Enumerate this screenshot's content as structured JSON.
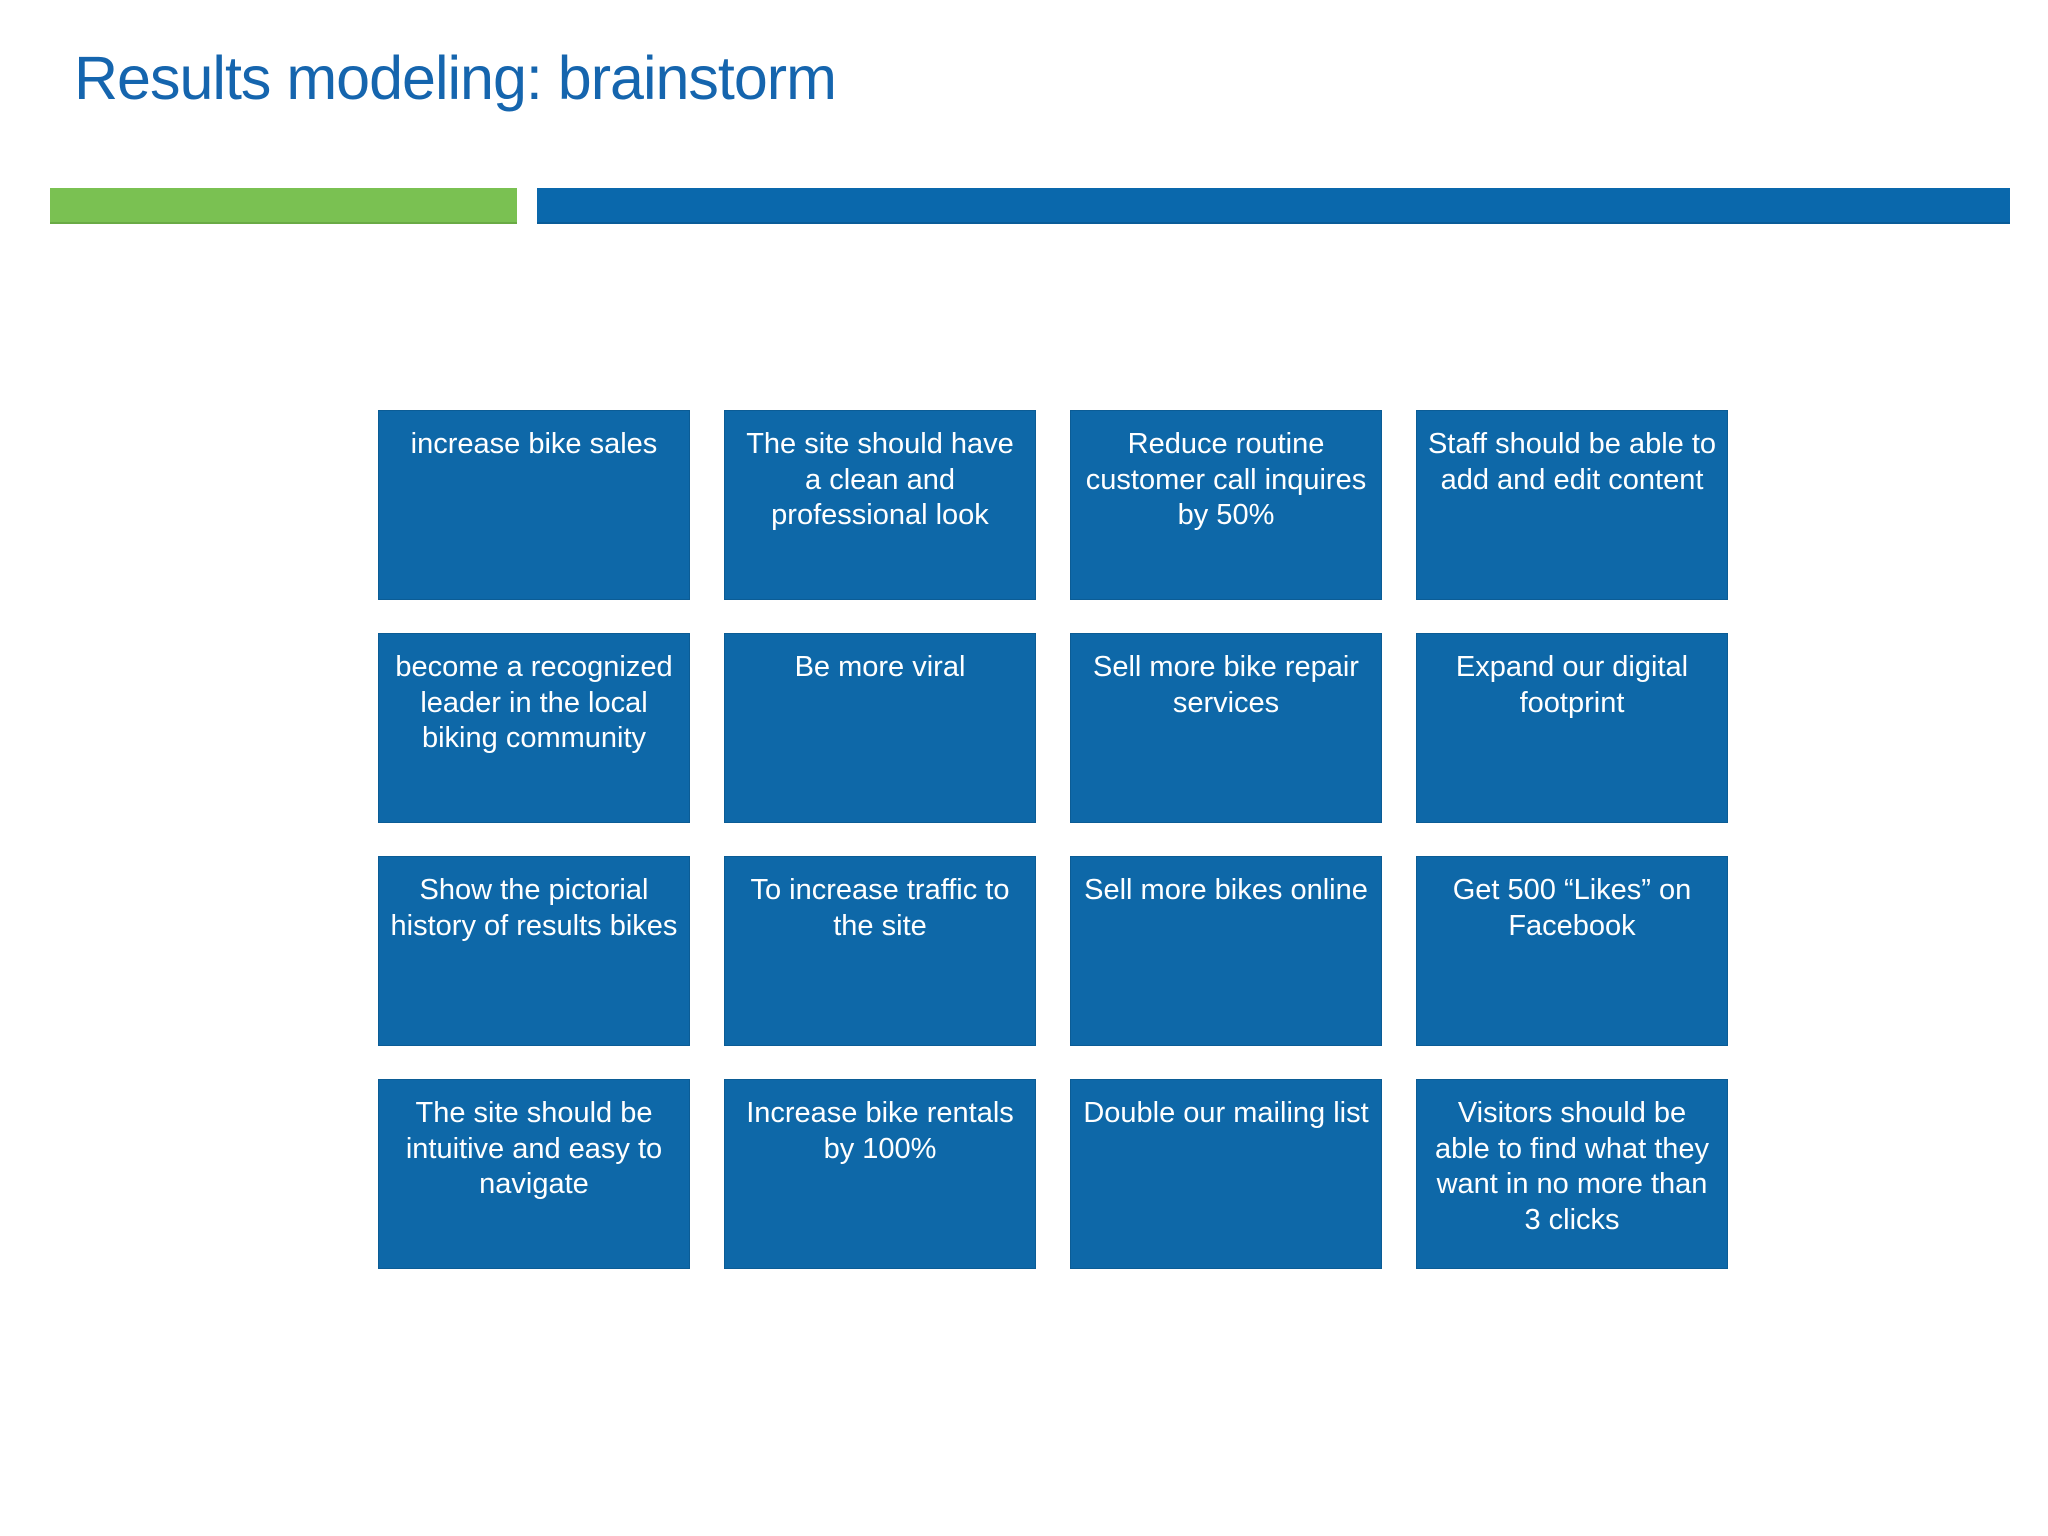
{
  "slide": {
    "title": "Results modeling: brainstorm"
  },
  "colors": {
    "title_text": "#1565ae",
    "accent_green": "#7ac152",
    "accent_blue": "#0a68ac",
    "box_fill": "#0e68a8",
    "box_text": "#ffffff",
    "background": "#ffffff"
  },
  "grid": {
    "boxes": [
      "increase bike sales",
      "The site should have a clean and professional look",
      "Reduce routine customer call inquires by 50%",
      "Staff should be able to add and edit content",
      "become a recognized leader in the local biking community",
      "Be more viral",
      "Sell more bike repair services",
      "Expand our digital footprint",
      "Show the pictorial history of results bikes",
      "To increase traffic to the site",
      "Sell more bikes online",
      "Get 500 “Likes” on Facebook",
      "The site should be intuitive and easy to navigate",
      "Increase bike rentals by 100%",
      "Double our mailing list",
      "Visitors should be able to find what they want in no more than 3 clicks"
    ]
  }
}
